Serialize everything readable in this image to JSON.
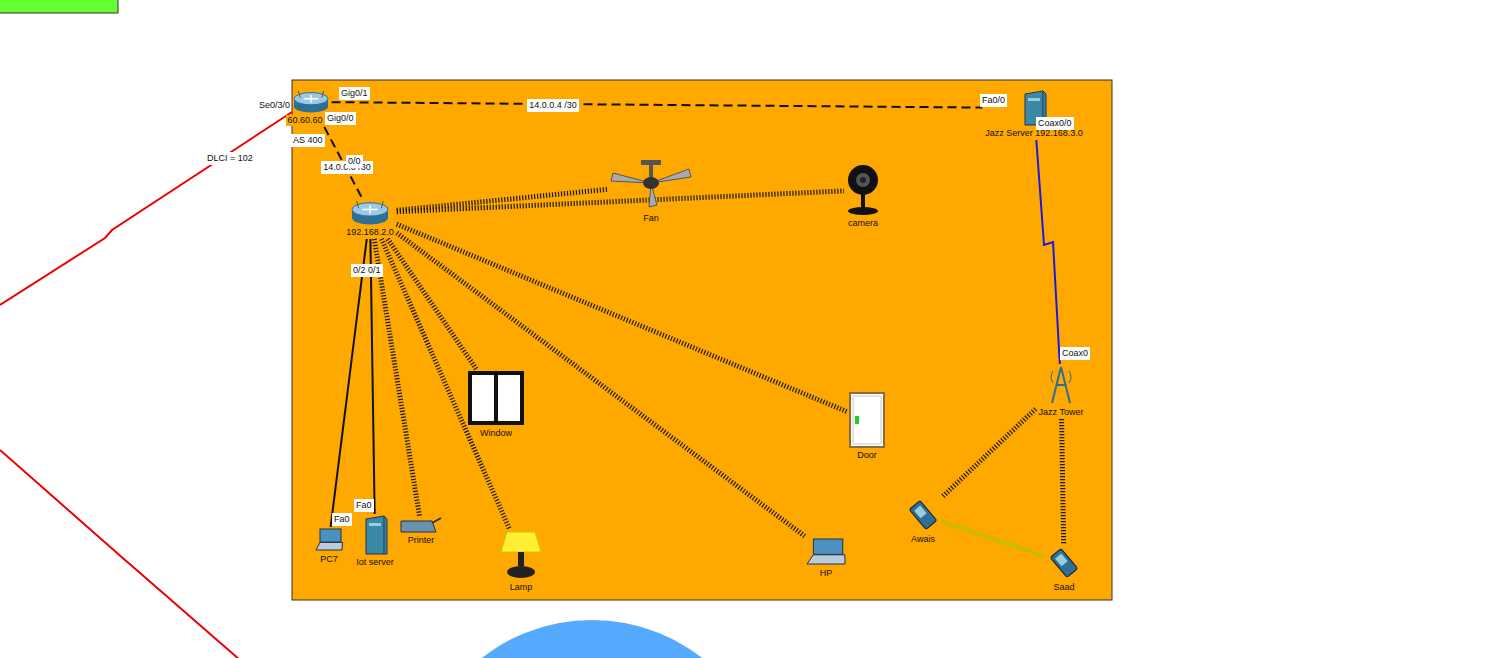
{
  "diagram": {
    "nodes": [
      {
        "text": [
          "60.60.60"
        ]
      },
      {
        "text": [
          "192.168.2.0"
        ]
      },
      {
        "text": [
          "Fan"
        ]
      },
      {
        "text": [
          "camera"
        ]
      },
      {
        "text": [
          "Jazz Server 192.168.3.0"
        ]
      },
      {
        "text": [
          "Window"
        ]
      },
      {
        "text": [
          "Door"
        ]
      },
      {
        "text": [
          "Jazz Tower"
        ]
      },
      {
        "text": [
          "PC7"
        ]
      },
      {
        "text": [
          "Iot server"
        ]
      },
      {
        "text": [
          "Printer"
        ]
      },
      {
        "text": [
          "Lamp"
        ]
      },
      {
        "text": [
          "HP"
        ]
      },
      {
        "text": [
          "Awais"
        ]
      },
      {
        "text": [
          "Saad"
        ]
      }
    ],
    "edges": [
      {
        "from": 0,
        "to": 4,
        "arrow": "none",
        "label": "14.0.0.4 /30"
      },
      {
        "from": 0,
        "to": 1,
        "arrow": "none",
        "label": "14.0.0.0 /30"
      },
      {
        "from": 1,
        "to": 8,
        "arrow": "none"
      },
      {
        "from": 1,
        "to": 9,
        "arrow": "none"
      },
      {
        "from": 1,
        "to": 2,
        "arrow": "none"
      },
      {
        "from": 1,
        "to": 3,
        "arrow": "none"
      },
      {
        "from": 1,
        "to": 10,
        "arrow": "none"
      },
      {
        "from": 1,
        "to": 11,
        "arrow": "none"
      },
      {
        "from": 1,
        "to": 5,
        "arrow": "none"
      },
      {
        "from": 1,
        "to": 6,
        "arrow": "none"
      },
      {
        "from": 1,
        "to": 12,
        "arrow": "none"
      },
      {
        "from": 4,
        "to": 7,
        "arrow": "none"
      },
      {
        "from": 7,
        "to": 13,
        "arrow": "none"
      },
      {
        "from": 7,
        "to": 14,
        "arrow": "none"
      },
      {
        "from": 13,
        "to": 14,
        "arrow": "none"
      }
    ],
    "labels": [
      "Se0/3/0",
      "Gig0/1",
      "Gig0/0",
      "AS 400",
      "DLCI  = 102",
      "0/0",
      "0/2",
      "0/1",
      "Fa0/0",
      "Coax0/0",
      "Coax0",
      "Fa0",
      "Fa0"
    ]
  }
}
